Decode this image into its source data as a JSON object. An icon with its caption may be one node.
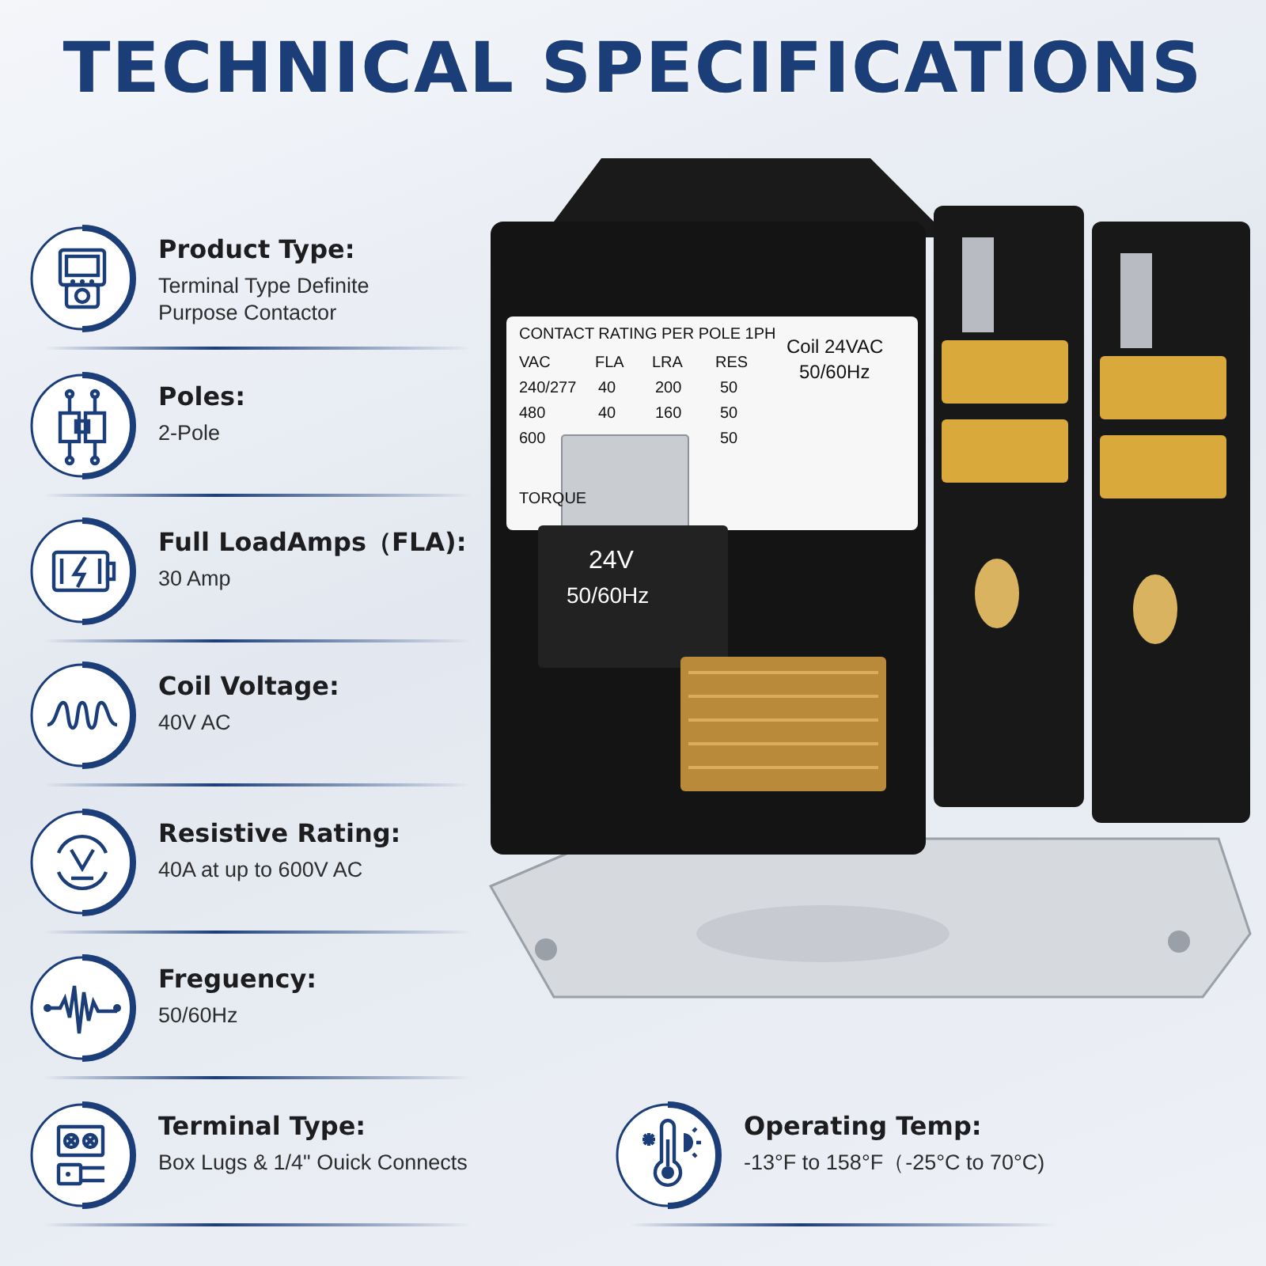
{
  "diagram": {
    "title": "TECHNICAL SPECIFICATIONS",
    "labels": [
      "Product Type:",
      "Terminal Type Definite Purpose Contactor",
      "Poles:",
      "2-Pole",
      "Full LoadAmps（FLA):",
      "30 Amp",
      "Coil Voltage:",
      "40V AC",
      "Resistive Rating:",
      "40A at up to 600V AC",
      "Freguency:",
      "50/60Hz",
      "Terminal Type:",
      "Box Lugs & 1/4\" Ouick Connects",
      "Operating Temp:",
      "-13°F to 158°F（-25°C to 70°C)",
      "CONTACT RATING PER POLE 1PH",
      "VAC",
      "FLA",
      "LRA",
      "RES",
      "240/277",
      "40",
      "200",
      "50",
      "480",
      "40",
      "160",
      "50",
      "600",
      "50",
      "TORQUE",
      "Coil 24VAC",
      "50/60Hz",
      "24V",
      "50/60Hz"
    ]
  }
}
